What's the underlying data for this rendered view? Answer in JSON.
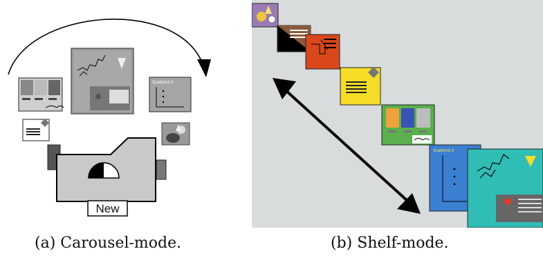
{
  "figure": {
    "panel_a": {
      "caption": "(a)  Carousel-mode.",
      "new_button_label": "New"
    },
    "panel_b": {
      "caption": "(b)  Shelf-mode.",
      "label_text": "Scatterlot 3"
    }
  },
  "colors": {
    "shelf_background": "#d8dcdd",
    "orange_tile": "#d9471b",
    "yellow_tile": "#f4dc27",
    "green_tile": "#59b04c",
    "blue_tile": "#3b7fd1",
    "teal_tile": "#2fbdb5",
    "folder_gray": "#c9c9c9"
  },
  "icons": [
    "carousel-arrow-icon",
    "diagonal-double-arrow-icon",
    "gauge-icon",
    "folder-icon"
  ]
}
